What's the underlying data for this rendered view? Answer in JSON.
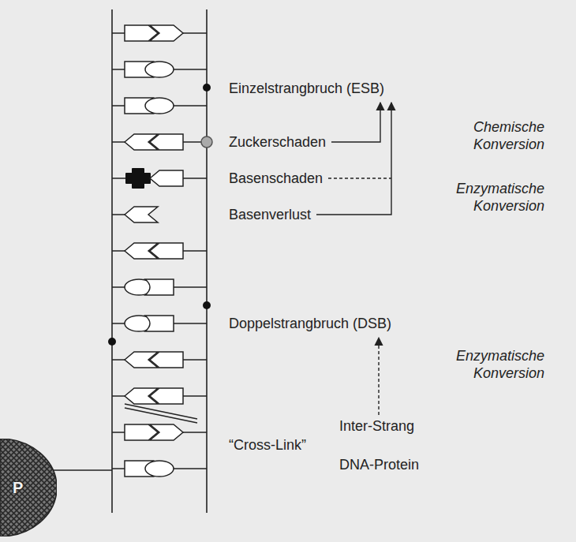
{
  "diagram": {
    "nodes": [
      {
        "text": [
          "P"
        ]
      }
    ],
    "labels": [
      "Einzelstrangbruch (ESB)",
      "Zuckerschaden",
      "Basenschaden",
      "Basenverlust",
      "Chemische Konversion",
      "Enzymatische Konversion",
      "Doppelstrangbruch (DSB)",
      "Enzymatische Konversion",
      "Inter-Strang",
      "“Cross-Link”",
      "DNA-Protein"
    ]
  }
}
